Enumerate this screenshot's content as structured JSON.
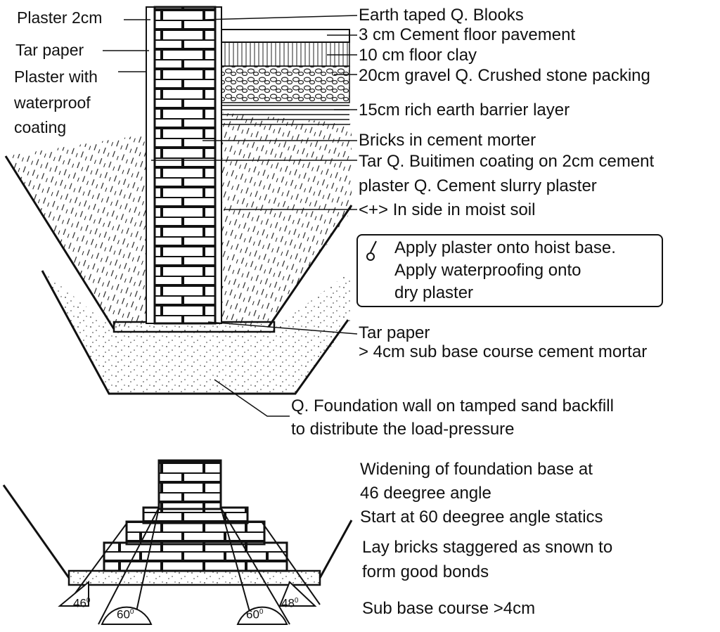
{
  "diagram": {
    "left_labels": {
      "plaster": "Plaster 2cm",
      "tar_paper": "Tar paper",
      "plaster_waterproof": [
        "Plaster with",
        "waterproof",
        "coating"
      ]
    },
    "right_labels": {
      "earth": "Earth taped  Q. Blooks",
      "pavement": "3 cm Cement floor pavement",
      "clay": "10 cm floor clay",
      "gravel": "20cm gravel  Q. Crushed stone packing",
      "barrier": "15cm rich earth barrier layer",
      "bricks": "Bricks in cement morter",
      "tar": [
        "Tar  Q. Buitimen coating on 2cm cement",
        "plaster Q. Cement slurry plaster"
      ],
      "moist": "<+> In side in moist soil"
    },
    "note_box": [
      "Apply plaster onto hoist base.",
      "Apply waterproofing onto",
      "dry plaster"
    ],
    "base_labels": {
      "tar_paper": "Tar paper",
      "subbase": "> 4cm  sub base course cement mortar"
    },
    "foundation_note": [
      "Q. Foundation wall on tamped sand backfill",
      "to distribute the load-pressure"
    ],
    "bottom_labels": {
      "widening": [
        "Widening of foundation base at",
        "46 deegree angle"
      ],
      "start": "Start at 60 deegree angle statics",
      "lay": [
        "Lay bricks staggered as snown to",
        "form good bonds"
      ],
      "subbase": "Sub base course >4cm"
    },
    "angles": {
      "a46": "46",
      "a60a": "60",
      "a60b": "60",
      "a48": "48",
      "deg": "0"
    }
  }
}
